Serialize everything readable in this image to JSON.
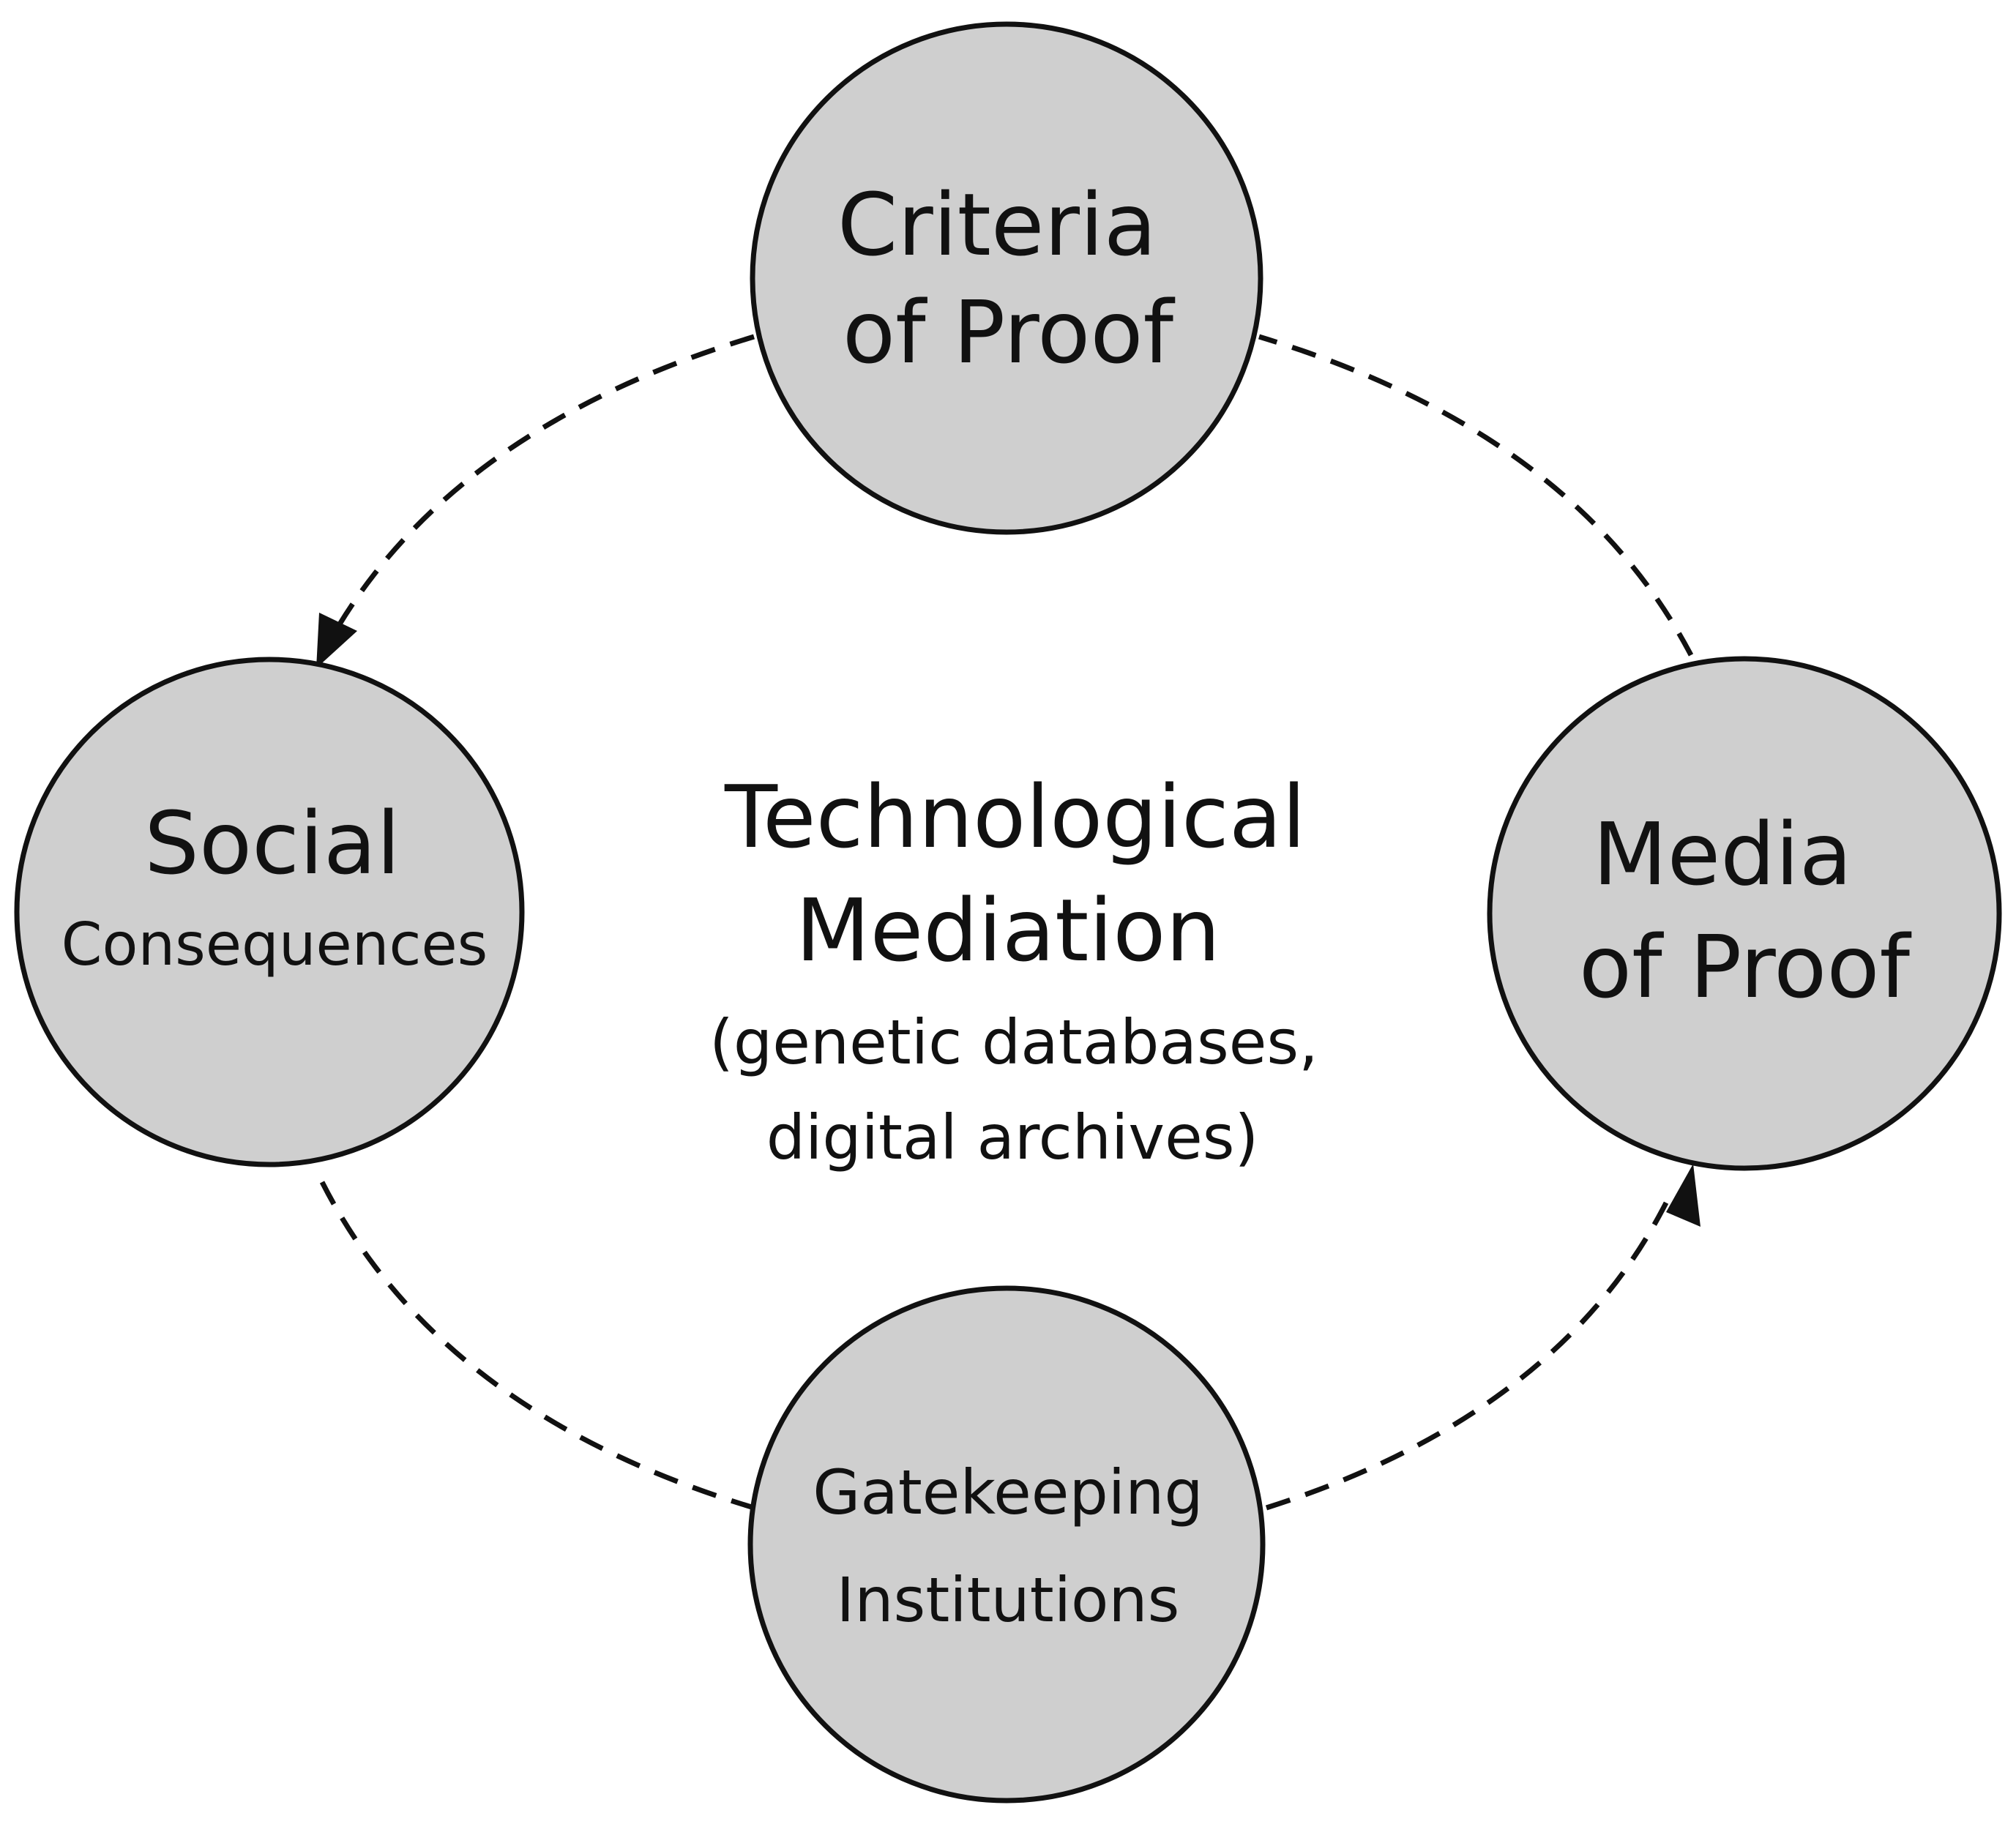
{
  "nodes": {
    "criteria": {
      "line1": "Criteria",
      "line2": "of Proof"
    },
    "media": {
      "line1": "Media",
      "line2": "of Proof"
    },
    "gatekeeping": {
      "line1": "Gatekeeping",
      "line2": "Institutions"
    },
    "social": {
      "line1": "Social",
      "line2": "Consequences"
    }
  },
  "center": {
    "line1": "Technological",
    "line2": "Mediation",
    "line3": "(genetic databases,",
    "line4": "digital archives)"
  },
  "colors": {
    "node_fill": "#cfcfcf",
    "stroke": "#111111",
    "background": "#ffffff"
  }
}
